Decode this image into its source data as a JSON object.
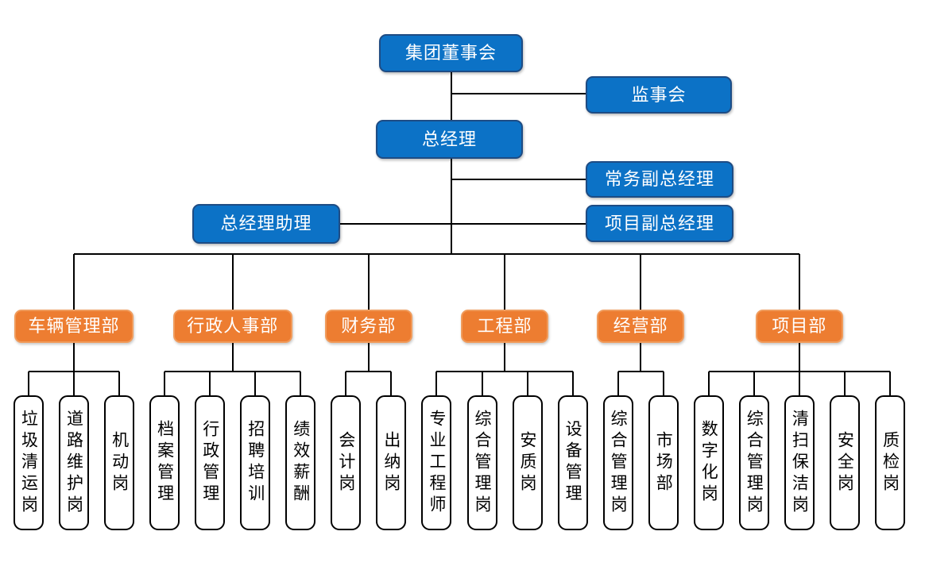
{
  "executives": {
    "board": "集团董事会",
    "supervisory": "监事会",
    "general_manager": "总经理",
    "deputy_gm_executive": "常务副总经理",
    "gm_assistant": "总经理助理",
    "deputy_gm_project": "项目副总经理"
  },
  "departments": [
    {
      "label": "车辆管理部",
      "positions": [
        "垃圾清运岗",
        "道路维护岗",
        "机动岗"
      ]
    },
    {
      "label": "行政人事部",
      "positions": [
        "档案管理",
        "行政管理",
        "招聘培训",
        "绩效薪酬"
      ]
    },
    {
      "label": "财务部",
      "positions": [
        "会计岗",
        "出纳岗"
      ]
    },
    {
      "label": "工程部",
      "positions": [
        "专业工程师",
        "综合管理岗",
        "安质岗",
        "设备管理"
      ]
    },
    {
      "label": "经营部",
      "positions": [
        "综合管理岗",
        "市场部"
      ]
    },
    {
      "label": "项目部",
      "positions": [
        "数字化岗",
        "综合管理岗",
        "清扫保洁岗",
        "安全岗",
        "质检岗"
      ]
    }
  ],
  "colors": {
    "executive_fill": "#0C72C6",
    "executive_border": "#1E4C84",
    "department_fill": "#ED7D31",
    "department_border": "#F09C5D",
    "position_fill": "#FFFFFF",
    "position_border": "#000000",
    "connector": "#000000",
    "text_on_fill": "#FFFFFF",
    "text_on_white": "#000000"
  }
}
